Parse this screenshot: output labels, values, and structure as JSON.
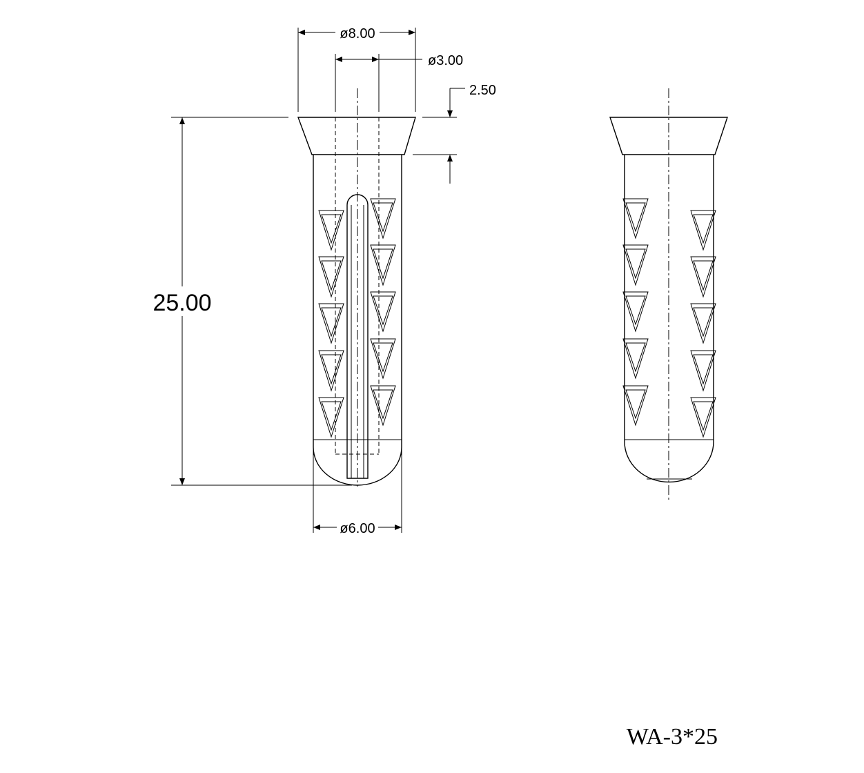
{
  "dimensions": {
    "head_diameter": "ø8.00",
    "bore_diameter": "ø3.00",
    "head_height": "2.50",
    "overall_length": "25.00",
    "body_diameter": "ø6.00"
  },
  "part_label": "WA-3*25"
}
